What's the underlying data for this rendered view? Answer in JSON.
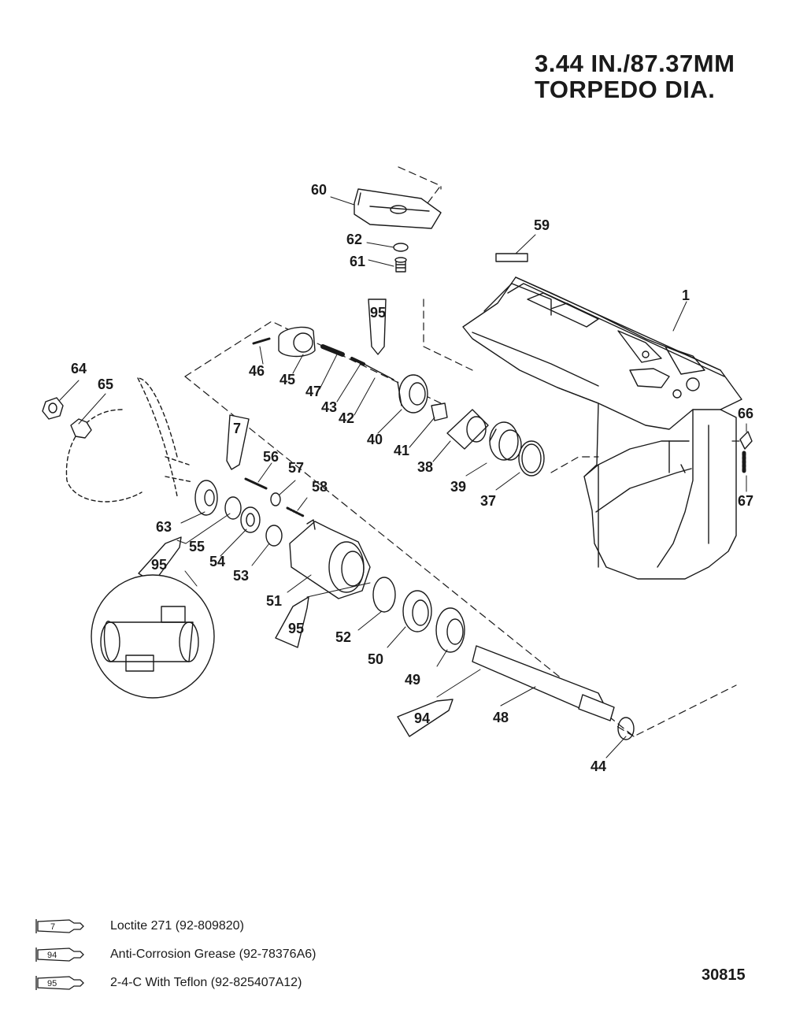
{
  "header": {
    "title_line1": "3.44 IN./87.37MM",
    "title_line2": "TORPEDO DIA."
  },
  "callouts": [
    "60",
    "59",
    "62",
    "61",
    "1",
    "95",
    "46",
    "45",
    "47",
    "43",
    "42",
    "40",
    "41",
    "38",
    "39",
    "37",
    "64",
    "65",
    "66",
    "67",
    "7",
    "56",
    "57",
    "58",
    "63",
    "55",
    "54",
    "53",
    "51",
    "52",
    "50",
    "49",
    "48",
    "44",
    "94"
  ],
  "legend": [
    {
      "tube_label": "7",
      "text": "Loctite 271 (92-809820)"
    },
    {
      "tube_label": "94",
      "text": "Anti-Corrosion Grease (92-78376A6)"
    },
    {
      "tube_label": "95",
      "text": "2-4-C With Teflon (92-825407A12)"
    }
  ],
  "reference_number": "30815",
  "colors": {
    "ink": "#1a1a1a",
    "paper": "#ffffff"
  }
}
